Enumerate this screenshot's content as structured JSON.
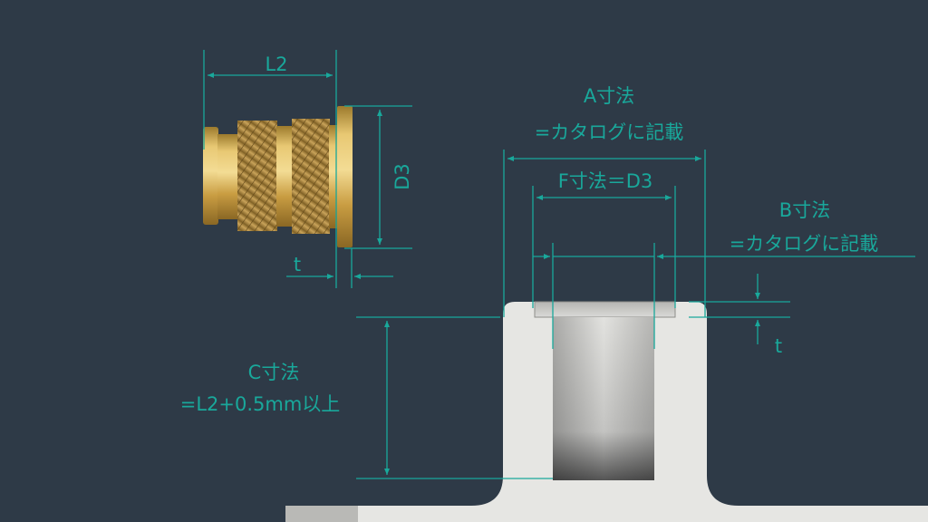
{
  "colors": {
    "background": "#2e3a47",
    "dimension": "#19a89b",
    "brass": "#d9b45a",
    "block": "#e6e6e3"
  },
  "insert": {
    "l2_label": "L2",
    "d3_label": "D3",
    "t_label": "t"
  },
  "hole": {
    "a_title": "A寸法",
    "a_note": "=カタログに記載",
    "f_label": "F寸法＝D3",
    "b_title": "B寸法",
    "b_note": "=カタログに記載",
    "t_label": "t",
    "c_title": "C寸法",
    "c_note": "=L2+0.5mm以上"
  }
}
